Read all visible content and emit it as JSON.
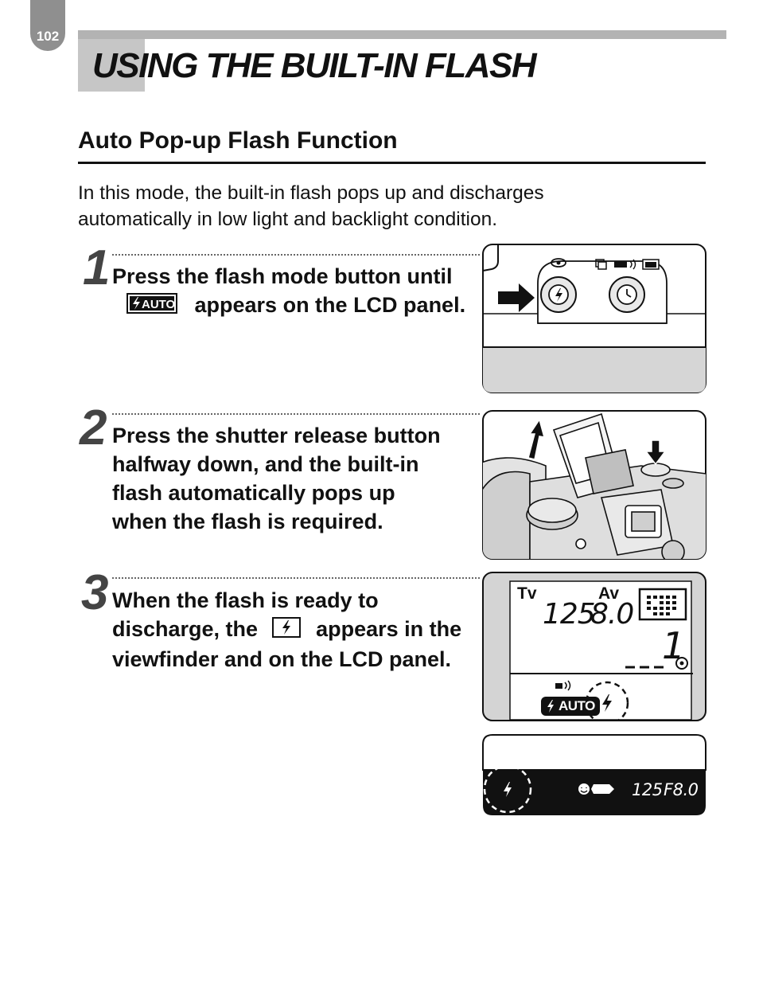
{
  "page_number": "102",
  "title": "USING THE BUILT-IN FLASH",
  "section_heading": "Auto Pop-up Flash Function",
  "intro": "In this mode, the built-in flash pops up and discharges automatically in low light and backlight condition.",
  "steps": [
    {
      "number": "1",
      "text_before": "Press the flash mode button until",
      "icon": "flash-auto-icon",
      "text_after": "appears on the LCD panel."
    },
    {
      "number": "2",
      "text": "Press the shutter release button halfway down, and the built-in flash automatically pops up when the flash is required."
    },
    {
      "number": "3",
      "text_before": "When the flash is ready to discharge, the",
      "icon": "flash-ready-icon",
      "text_after": "appears in the viewfinder and on the LCD panel."
    }
  ],
  "lcd": {
    "mode_tv": "Tv",
    "mode_av": "Av",
    "shutter": "125",
    "aperture": "8.0",
    "frame_count": "1",
    "flash_mode": "AUTO"
  },
  "viewfinder": {
    "shutter": "125",
    "aperture": "F8.0"
  }
}
